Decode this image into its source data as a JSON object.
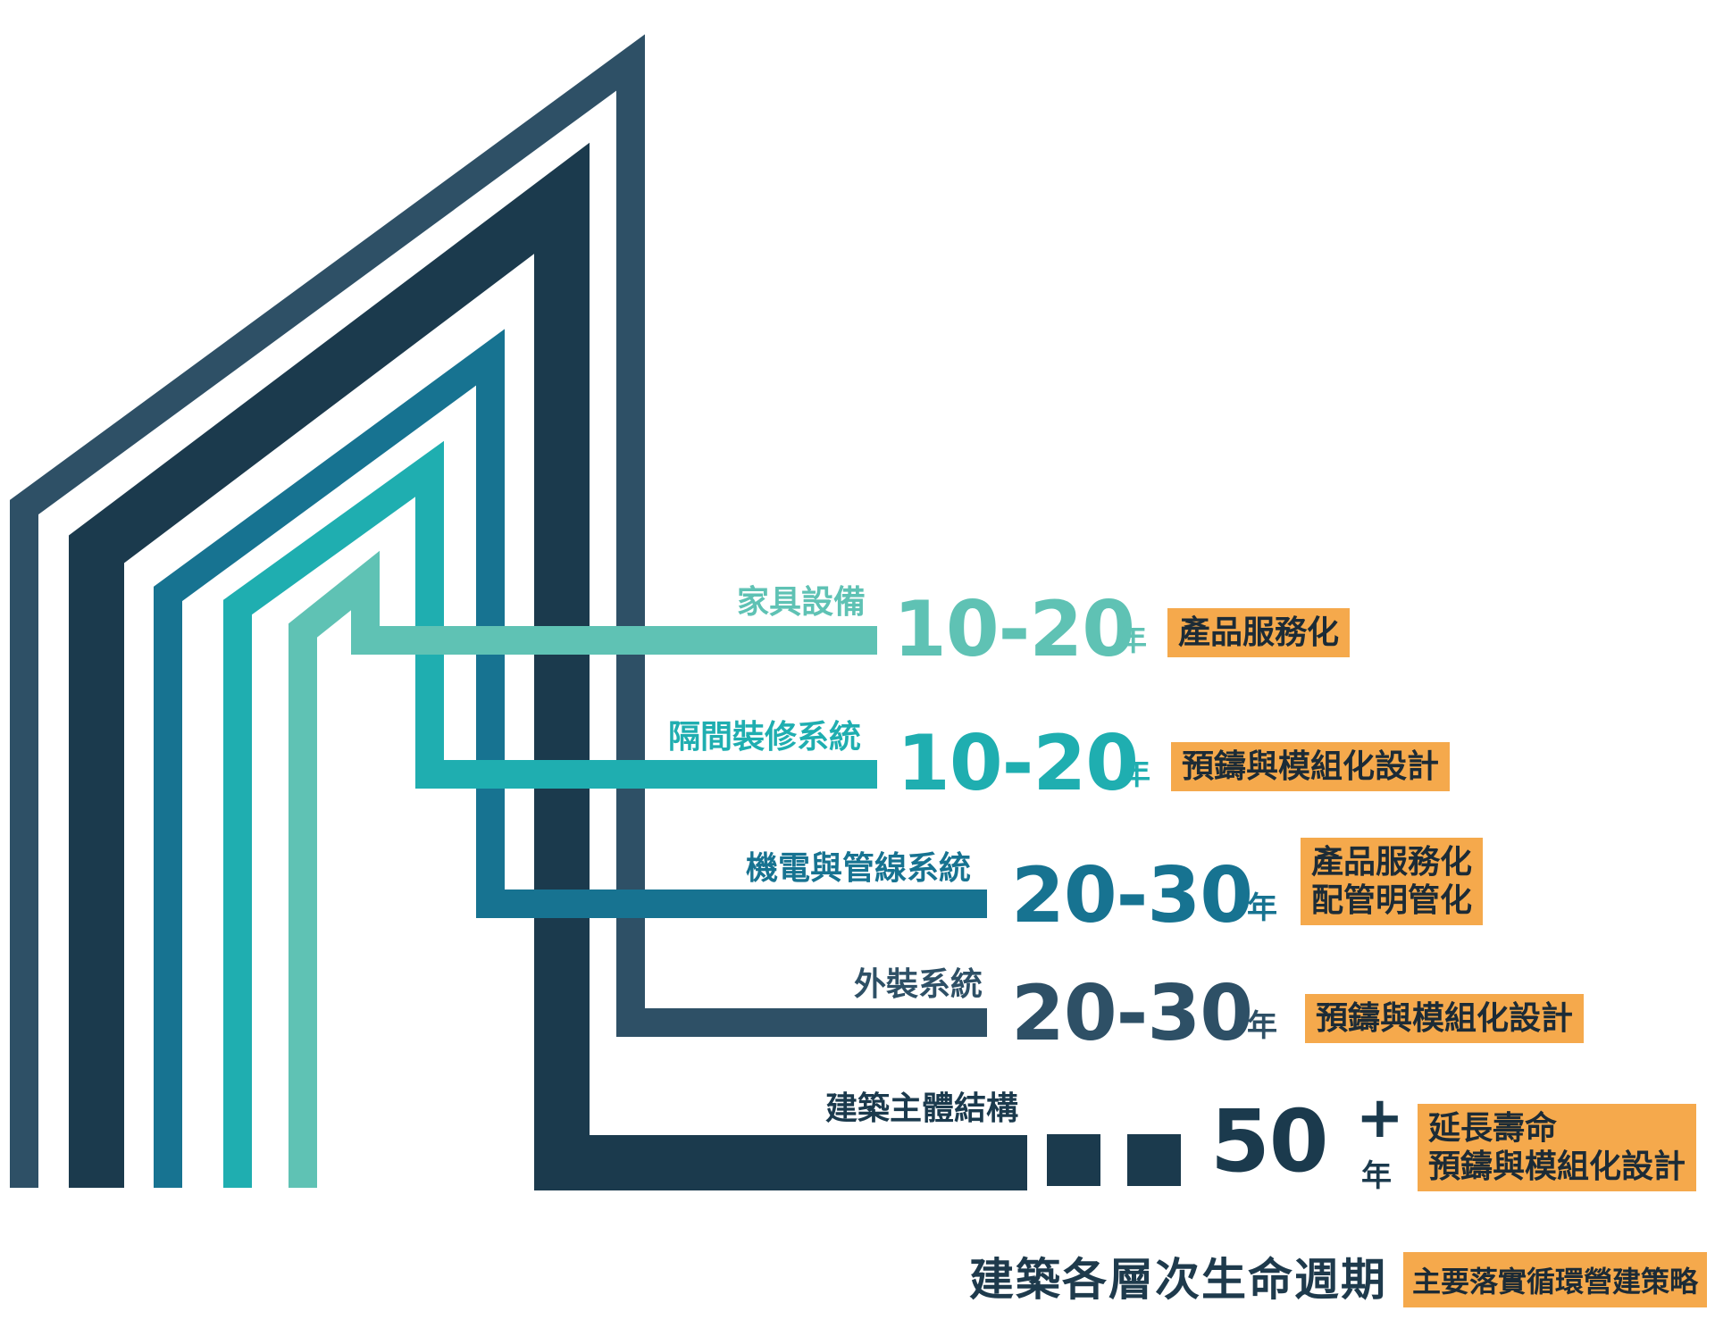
{
  "layers": [
    {
      "key": "furniture",
      "name": "家具設備",
      "years": "10-20",
      "unit": "年",
      "strategy": [
        "產品服務化"
      ],
      "color": "#5fc2b4"
    },
    {
      "key": "partition",
      "name": "隔間裝修系統",
      "years": "10-20",
      "unit": "年",
      "strategy": [
        "預鑄與模組化設計"
      ],
      "color": "#1faeb0"
    },
    {
      "key": "mep",
      "name": "機電與管線系統",
      "years": "20-30",
      "unit": "年",
      "strategy": [
        "產品服務化",
        "配管明管化"
      ],
      "color": "#177391"
    },
    {
      "key": "facade",
      "name": "外裝系統",
      "years": "20-30",
      "unit": "年",
      "strategy": [
        "預鑄與模組化設計"
      ],
      "color": "#2e5066"
    },
    {
      "key": "structure",
      "name": "建築主體結構",
      "years": "50",
      "plus": "+",
      "unit": "年",
      "strategy": [
        "延長壽命",
        "預鑄與模組化設計"
      ],
      "color": "#1b3a4d"
    }
  ],
  "footer": {
    "title": "建築各層次生命週期",
    "tag": "主要落實循環營建策略"
  },
  "colors": {
    "highlight": "#f5a94c",
    "dark_text": "#1e3a4c"
  }
}
